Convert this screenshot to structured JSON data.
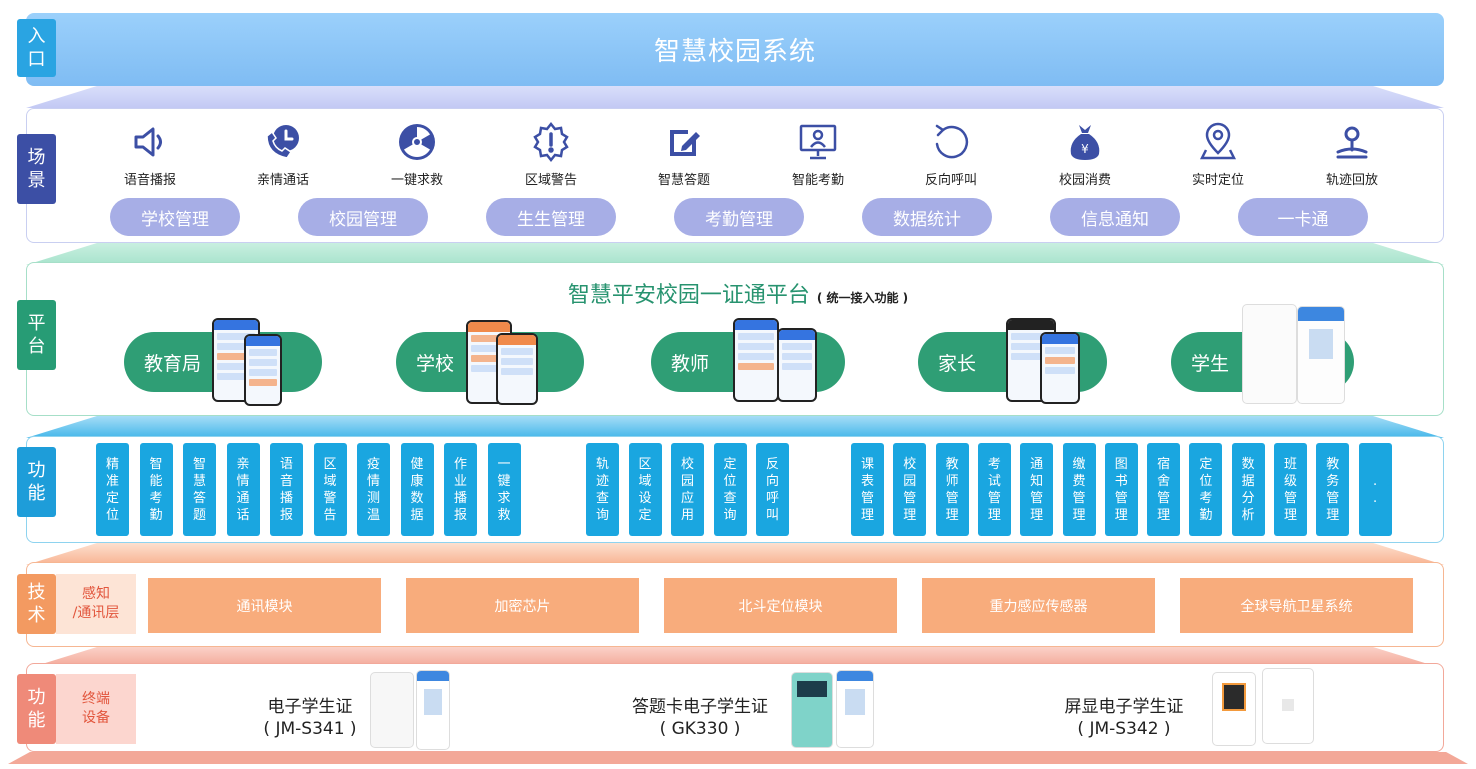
{
  "entry": {
    "tag": [
      "入",
      "口"
    ],
    "title": "智慧校园系统"
  },
  "scene": {
    "tag": [
      "场",
      "景"
    ],
    "icons": [
      {
        "label": "语音播报",
        "icon": "speaker-icon"
      },
      {
        "label": "亲情通话",
        "icon": "phone-clock-icon"
      },
      {
        "label": "一键求救",
        "icon": "radiation-icon"
      },
      {
        "label": "区域警告",
        "icon": "warning-badge-icon"
      },
      {
        "label": "智慧答题",
        "icon": "edit-icon"
      },
      {
        "label": "智能考勤",
        "icon": "monitor-user-icon"
      },
      {
        "label": "反向呼叫",
        "icon": "refresh-icon"
      },
      {
        "label": "校园消费",
        "icon": "money-bag-icon"
      },
      {
        "label": "实时定位",
        "icon": "location-pin-icon"
      },
      {
        "label": "轨迹回放",
        "icon": "track-pin-icon"
      }
    ],
    "pills": [
      "学校管理",
      "校园管理",
      "生生管理",
      "考勤管理",
      "数据统计",
      "信息通知",
      "一卡通"
    ]
  },
  "platform": {
    "tag": [
      "平",
      "台"
    ],
    "title": "智慧平安校园一证通平台",
    "note": "( 统一接入功能 )",
    "roles": [
      "教育局",
      "学校",
      "教师",
      "家长",
      "学生"
    ]
  },
  "function": {
    "tag": [
      "功",
      "能"
    ],
    "columns": [
      "精准定位",
      "智能考勤",
      "智慧答题",
      "亲情通话",
      "语音播报",
      "区域警告",
      "疫情测温",
      "健康数据",
      "作业播报",
      "一键求救",
      "轨迹查询",
      "区域设定",
      "校园应用",
      "定位查询",
      "反向呼叫",
      "课表管理",
      "校园管理",
      "教师管理",
      "考试管理",
      "通知管理",
      "缴费管理",
      "图书管理",
      "宿舍管理",
      "定位考勤",
      "数据分析",
      "班级管理",
      "教务管理",
      ".."
    ]
  },
  "tech": {
    "tag": [
      "技",
      "术"
    ],
    "sub": [
      "感知",
      "/通讯层"
    ],
    "blocks": [
      "通讯模块",
      "加密芯片",
      "北斗定位模块",
      "重力感应传感器",
      "全球导航卫星系统"
    ]
  },
  "terminal": {
    "tag": [
      "功",
      "能"
    ],
    "sub": [
      "终端",
      "设备"
    ],
    "devices": [
      {
        "name": "电子学生证",
        "model": "( JM-S341 )"
      },
      {
        "name": "答题卡电子学生证",
        "model": "( GK330 )"
      },
      {
        "name": "屏显电子学生证",
        "model": "( JM-S342 )"
      }
    ]
  },
  "colors": {
    "entry": "#8ec7f8",
    "scene_tag": "#3c4fa5",
    "pill": "#a7aee6",
    "platform": "#2f9e75",
    "function": "#1aa6e0",
    "tech": "#f8ac7c",
    "terminal": "#ef8a79"
  }
}
